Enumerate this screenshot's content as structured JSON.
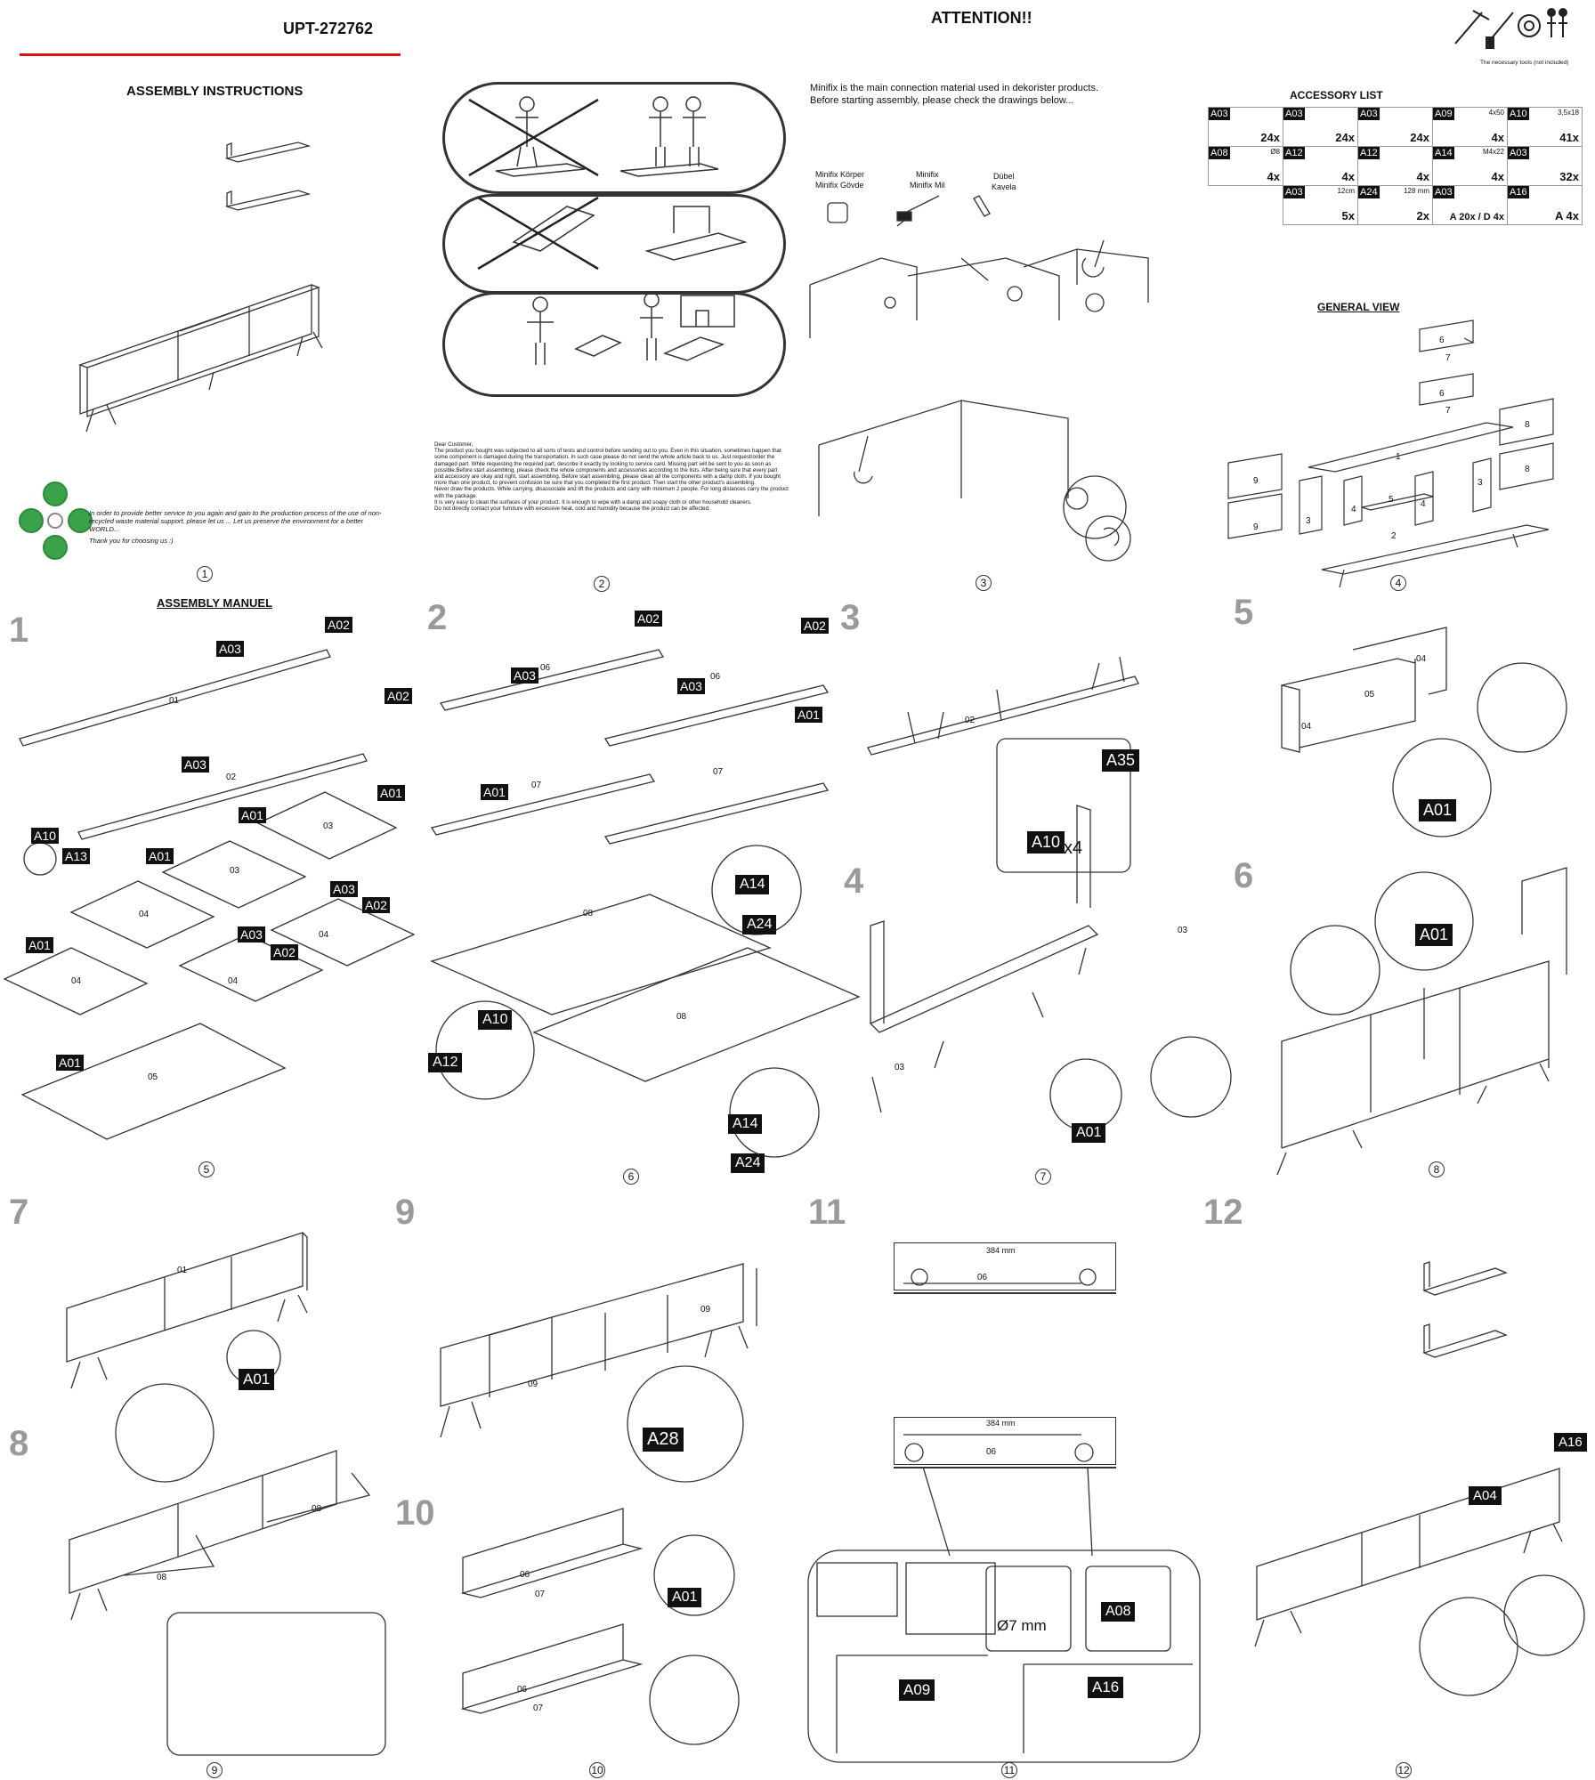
{
  "header": {
    "product_code": "UPT-272762",
    "attention": "ATTENTION!!",
    "tools_note": "The necessary tools (not included)"
  },
  "page1": {
    "title": "ASSEMBLY INSTRUCTIONS",
    "eco_text_1": "In order to provide better service to you again and gain to the production process of the use of non-",
    "eco_text_2": "recycled waste material support, please let us ... Let us preserve the environment for a better WORLD...",
    "eco_text_3": "Thank you for choosing us :)",
    "page_no": "1"
  },
  "page2": {
    "letter_lines": [
      "Dear Customer,",
      "The product you bought was subjected to all sorts of tests and control before sending out to you. Even in this situation, sometimes happen that",
      "some component is damaged during the transportation. In such case please do not send the whole article back to us. Just request/order the",
      "damaged part. While requesting the required part, describe it exactly by looking to service card. Missing part will be sent to you as soon as",
      "possible.Before start assembling, please check the whole components and accessories according to the lists. After being sure that every part",
      "and accessory are okay and right, start assembling. Before start assembling, please clean all the components with a damp cloth. If you bought",
      "more than one product, to prevent confusion be sure that you completed the first product. Then start the other product's assembling.",
      "Never draw the products. While carrying, disassociate and lift the products and carry with minimum 2 people. For long distances carry the product",
      "with the package.",
      "It is very easy to clean the surfaces of your product. It is enough to wipe with a damp and soapy cloth or other household cleaners.",
      "Do not directly contact your furniture with excessive heat, cold and humidity because the product can be affected."
    ],
    "page_no": "2"
  },
  "page3": {
    "intro_1": "Minifix is the main connection material used in dekorister products.",
    "intro_2": "Before starting assembly, please check the drawings below...",
    "label_a_1": "Minifix Körper",
    "label_a_2": "Minifix Gövde",
    "label_b_1": "Minifix",
    "label_b_2": "Minifix Mil",
    "label_c_1": "Dübel",
    "label_c_2": "Kavela",
    "page_no": "3"
  },
  "page4": {
    "accessory_title": "ACCESSORY LIST",
    "accessories": [
      {
        "code": "A03",
        "size": "",
        "qty": "24x"
      },
      {
        "code": "A03",
        "size": "",
        "qty": "24x"
      },
      {
        "code": "A03",
        "size": "",
        "qty": "24x"
      },
      {
        "code": "A09",
        "size": "4x50",
        "qty": "4x"
      },
      {
        "code": "A10",
        "size": "3,5x18",
        "qty": "41x"
      },
      {
        "code": "A08",
        "size": "Ø8",
        "qty": "4x"
      },
      {
        "code": "A12",
        "size": "",
        "qty": "4x"
      },
      {
        "code": "A12",
        "size": "",
        "qty": "4x"
      },
      {
        "code": "A14",
        "size": "M4x22",
        "qty": "4x"
      },
      {
        "code": "A03",
        "size": "",
        "qty": "32x"
      },
      {
        "code": "",
        "size": "",
        "qty": ""
      },
      {
        "code": "A03",
        "size": "12cm",
        "qty": "5x"
      },
      {
        "code": "A24",
        "size": "128 mm",
        "qty": "2x"
      },
      {
        "code": "A03",
        "size": "",
        "qty": "A 20x / D 4x"
      },
      {
        "code": "A16",
        "size": "",
        "qty": "A 4x"
      }
    ],
    "general_view": "GENERAL VIEW",
    "part_numbers": [
      "1",
      "2",
      "3",
      "3",
      "4",
      "4",
      "5",
      "6",
      "6",
      "7",
      "7",
      "8",
      "8",
      "9",
      "9"
    ],
    "page_no": "4"
  },
  "section2": {
    "assembly_manuel": "ASSEMBLY MANUEL",
    "steps": [
      "1",
      "2",
      "3",
      "4",
      "5",
      "6",
      "7",
      "8",
      "9",
      "10",
      "11",
      "12"
    ],
    "page_numbers": [
      "5",
      "6",
      "7",
      "8",
      "9",
      "10",
      "11",
      "12"
    ],
    "tags": {
      "A01": "A01",
      "A02": "A02",
      "A03": "A03",
      "A04": "A04",
      "A08": "A08",
      "A09": "A09",
      "A10": "A10",
      "A12": "A12",
      "A13": "A13",
      "A14": "A14",
      "A16": "A16",
      "A24": "A24",
      "A28": "A28",
      "A35": "A35"
    },
    "step3_qty": "x4",
    "step11_dim_1": "384 mm",
    "step11_dim_2": "384 mm",
    "step11_drill": "Ø7 mm",
    "parts": {
      "p01": "01",
      "p02": "02",
      "p03": "03",
      "p04": "04",
      "p05": "05",
      "p06": "06",
      "p07": "07",
      "p08": "08",
      "p09": "09"
    }
  }
}
